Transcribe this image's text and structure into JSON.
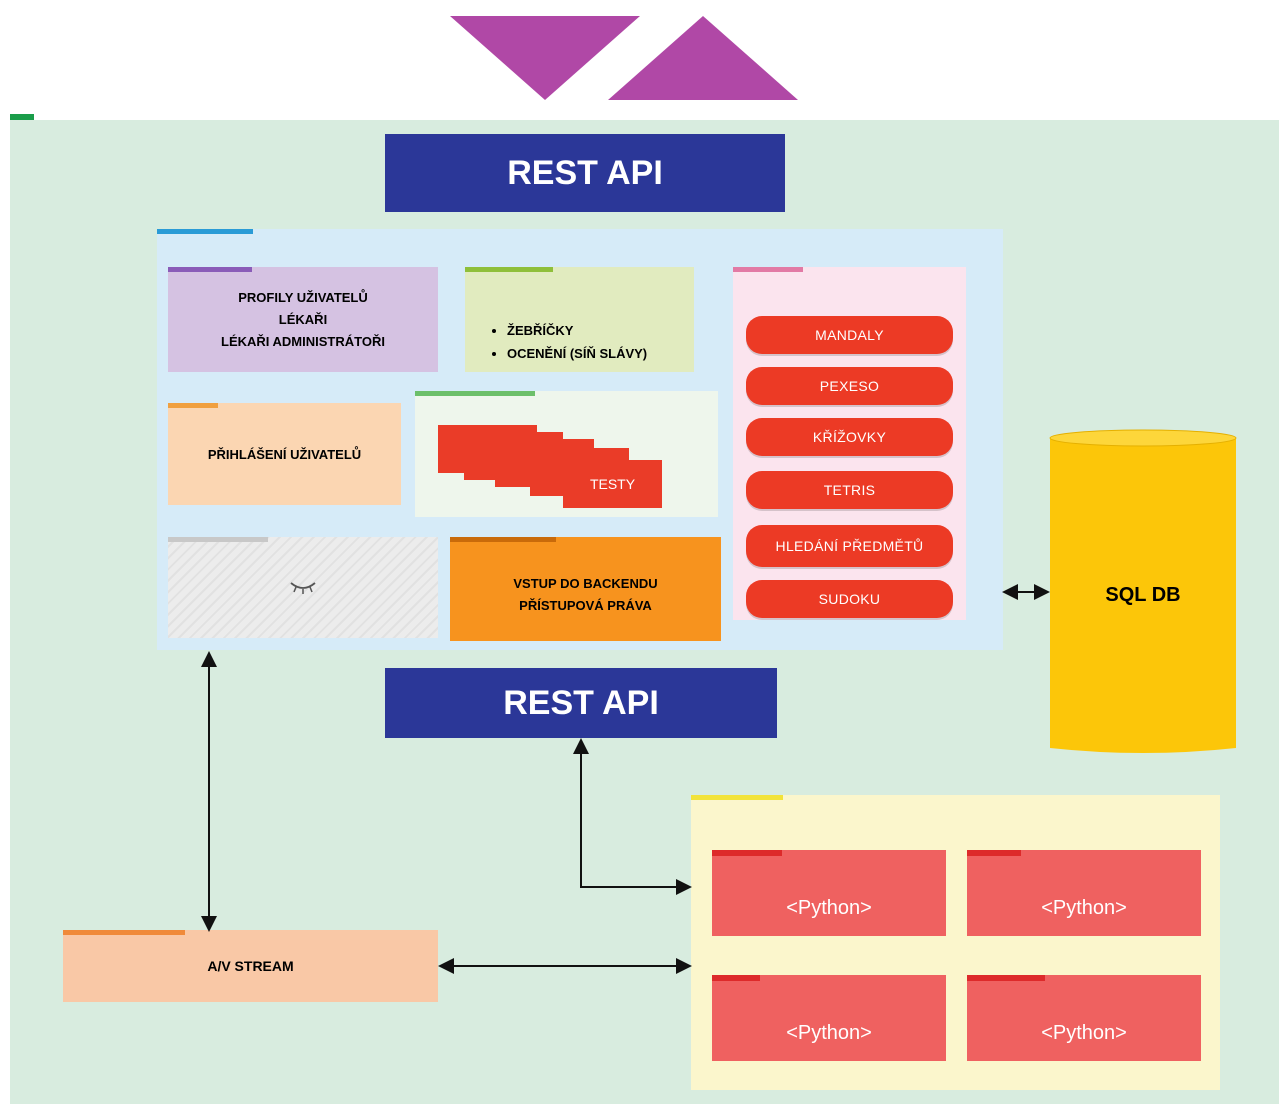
{
  "colors": {
    "canvas": "#d8ecdf",
    "panel": "#d6ebf8",
    "triangle": "#b048a6",
    "rest_api": "#2b3798",
    "profiles": "#d5c2e2",
    "rewards": "#e1ebbf",
    "games": "#fbe4ee",
    "game_pill": "#ec3a25",
    "login": "#fbd6b2",
    "tests_bg": "#eef6ec",
    "backend": "#f7931e",
    "hidden": "#e6e6e6",
    "db": "#fcc609",
    "av": "#f9c8a6",
    "python_frame": "#fbf6cc",
    "python_card": "#ef6160"
  },
  "rest_api_top": "REST API",
  "rest_api_bottom": "REST API",
  "profiles": {
    "line1": "PROFILY UŽIVATELŮ",
    "line2": "LÉKAŘI",
    "line3": "LÉKAŘI ADMINISTRÁTOŘI"
  },
  "rewards": {
    "items": [
      "ŽEBŘÍČKY",
      "OCENĚNÍ (SÍŇ SLÁVY)"
    ]
  },
  "games": [
    "MANDALY",
    "PEXESO",
    "KŘÍŽOVKY",
    "TETRIS",
    "HLEDÁNÍ PŘEDMĚTŮ",
    "SUDOKU"
  ],
  "login": "PŘIHLÁŠENÍ UŽIVATELŮ",
  "tests": "TESTY",
  "hidden_icon": "closed-eye-icon",
  "backend": {
    "line1": "VSTUP DO BACKENDU",
    "line2": "PŘÍSTUPOVÁ PRÁVA"
  },
  "database": "SQL DB",
  "av_stream": "A/V STREAM",
  "python_cards": [
    "<Python>",
    "<Python>",
    "<Python>",
    "<Python>"
  ]
}
